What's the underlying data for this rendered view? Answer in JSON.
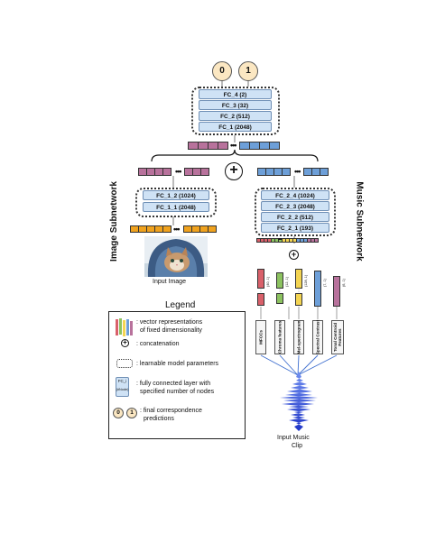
{
  "predictions": {
    "zero": "0",
    "one": "1"
  },
  "joint_layers": [
    "FC_4 (2)",
    "FC_3 (32)",
    "FC_2 (512)",
    "FC_1 (2048)"
  ],
  "image_subnetwork": {
    "title": "Image Subnetwork",
    "layers": [
      "FC_1_2 (1024)",
      "FC_1_1 (2048)"
    ],
    "input_label": "Input Image"
  },
  "music_subnetwork": {
    "title": "Music Subnetwork",
    "layers": [
      "FC_2_4 (1024)",
      "FC_2_3 (2048)",
      "FC_2_2 (512)",
      "FC_2_1 (193)"
    ],
    "features": [
      {
        "name": "MFCCs",
        "dim": "(40, 1)"
      },
      {
        "name": "Chroma features",
        "dim": "(12, 1)"
      },
      {
        "name": "Mel-spectrogram",
        "dim": "(128, 1)"
      },
      {
        "name": "Spectral Contrast",
        "dim": "(7, 1)"
      },
      {
        "name": "Tonal Centroid Features",
        "dim": "(6, 1)"
      }
    ],
    "input_label_line1": "Input Music",
    "input_label_line2": "Clip"
  },
  "legend": {
    "title": "Legend",
    "vector_line1": ": vector representations",
    "vector_line2": "of fixed dimensionality",
    "concat": ": concatenation",
    "learnable": ": learnable model parameters",
    "fc_line1": ": fully connected layer with",
    "fc_line2": "specified number of nodes",
    "fc_icon_line1": "FC_i",
    "fc_icon_line2": "(#Node)",
    "pred_line1": ": final correspondence",
    "pred_line2": "predictions",
    "pred_zero": "0",
    "pred_one": "1"
  },
  "colors": {
    "purple": "#b8729c",
    "blue": "#6d9fd8",
    "orange": "#f0a21e",
    "green": "#8cc260",
    "yellow": "#f3d452",
    "red": "#d9606a",
    "cream": "#fbe7c2",
    "fc_fill": "#cfe2f5"
  }
}
